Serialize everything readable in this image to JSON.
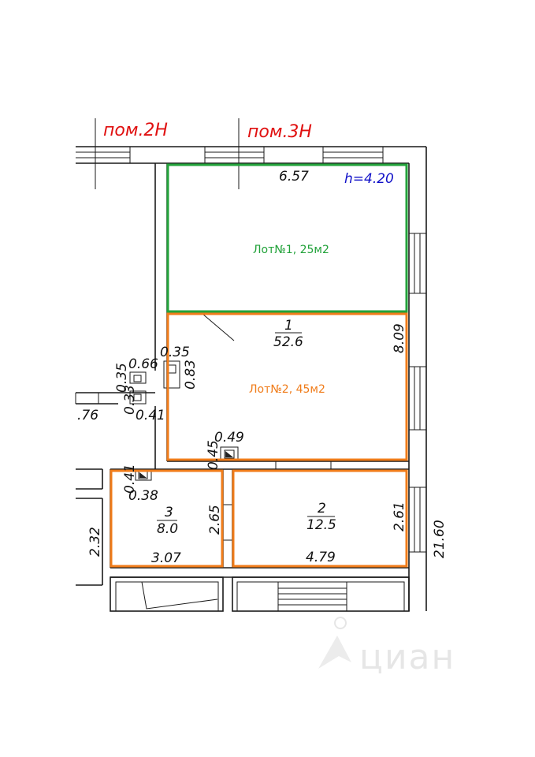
{
  "premises": {
    "label_2n": "пом.2Н",
    "label_3n": "пом.3Н"
  },
  "height_label": "h=4.20",
  "lots": {
    "lot1": "Лот№1, 25м2",
    "lot2": "Лот№2, 45м2"
  },
  "rooms": [
    {
      "number": "1",
      "area": "52.6"
    },
    {
      "number": "2",
      "area": "12.5"
    },
    {
      "number": "3",
      "area": "8.0"
    }
  ],
  "dimensions": {
    "top_width": "6.57",
    "room1_height": "8.09",
    "col_a_1": "0.35",
    "col_a_2": "0.83",
    "col_b_1": "0.35",
    "col_b_2": "0.66",
    "col_b_3": "0.33",
    "col_b_4": "0.41",
    "left_cut": ".76",
    "col_c_1": "0.45",
    "col_c_2": "0.49",
    "col_d_1": "0.41",
    "col_d_2": "0.38",
    "room3_height": "2.65",
    "room3_width": "3.07",
    "room2_height": "2.61",
    "room2_width": "4.79",
    "left_height": "2.32",
    "total_height": "21.60"
  },
  "colors": {
    "lot1_outline": "#22a23a",
    "lot2_outline": "#f07c1a",
    "premise_label": "#e01010",
    "height_label": "#1010c8"
  },
  "watermark": "циан"
}
